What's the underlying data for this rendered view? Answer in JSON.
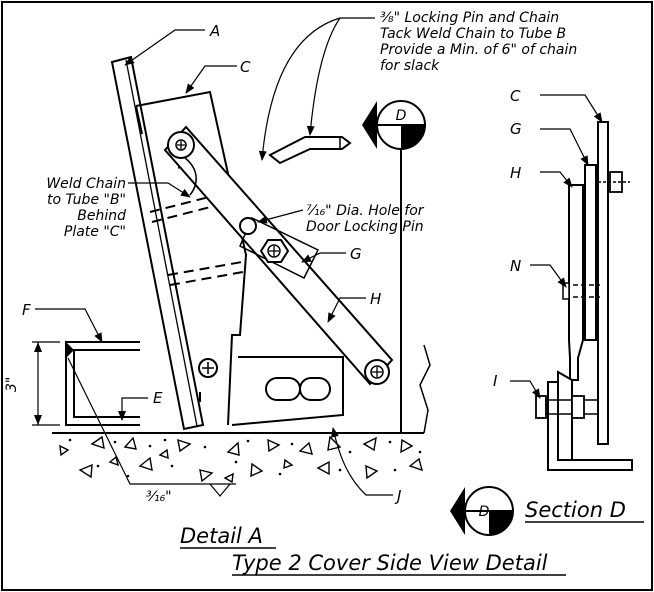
{
  "labels": {
    "a": "A",
    "c": "C",
    "f": "F",
    "e": "E",
    "g": "G",
    "h": "H",
    "j": "J",
    "sec_c": "C",
    "sec_g": "G",
    "sec_h": "H",
    "sec_n": "N",
    "sec_i": "I"
  },
  "notes": {
    "lock_pin_1": "⅜\" Locking Pin and Chain",
    "lock_pin_2": "Tack Weld Chain to Tube B",
    "lock_pin_3": "Provide a Min. of 6\" of chain",
    "lock_pin_4": "for slack",
    "weld_chain_1": "Weld Chain",
    "weld_chain_2": "to Tube \"B\"",
    "weld_chain_3": "Behind",
    "weld_chain_4": "Plate \"C\"",
    "hole_1": "⁷⁄₁₆\" Dia. Hole for",
    "hole_2": "Door Locking Pin",
    "dim_height": "3\"",
    "weld_size": "³⁄₁₆\""
  },
  "section_marker": {
    "letter": "D"
  },
  "titles": {
    "detail": "Detail A",
    "subtitle": "Type 2 Cover Side View Detail",
    "section": "Section D"
  }
}
